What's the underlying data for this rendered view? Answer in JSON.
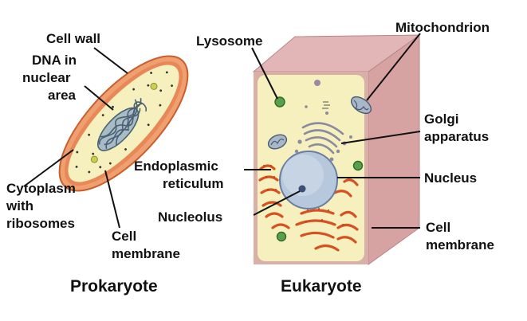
{
  "prokaryote": {
    "caption": "Prokaryote",
    "labels": {
      "cell_wall": "Cell wall",
      "dna_1": "DNA in",
      "dna_2": "nuclear",
      "dna_3": "area",
      "cytoplasm_1": "Cytoplasm",
      "cytoplasm_2": "with",
      "cytoplasm_3": "ribosomes",
      "membrane_1": "Cell",
      "membrane_2": "membrane"
    }
  },
  "eukaryote": {
    "caption": "Eukaryote",
    "labels": {
      "lysosome": "Lysosome",
      "mitochondrion": "Mitochondrion",
      "golgi_1": "Golgi",
      "golgi_2": "apparatus",
      "er_1": "Endoplasmic",
      "er_2": "reticulum",
      "nucleus": "Nucleus",
      "nucleolus": "Nucleolus",
      "membrane_1": "Cell",
      "membrane_2": "membrane"
    }
  },
  "colors": {
    "cytoplasm": "#f6efbe",
    "cell_wall": "#f0a070",
    "cell_wall_edge": "#d05a2a",
    "box_side": "#d5a0a0",
    "box_front": "#f5eec0",
    "nucleus": "#b8c8dc",
    "nucleus_edge": "#6a7ea4",
    "er": "#d8501f",
    "organelle_green": "#5aa04a",
    "golgi": "#8a8aa0"
  }
}
